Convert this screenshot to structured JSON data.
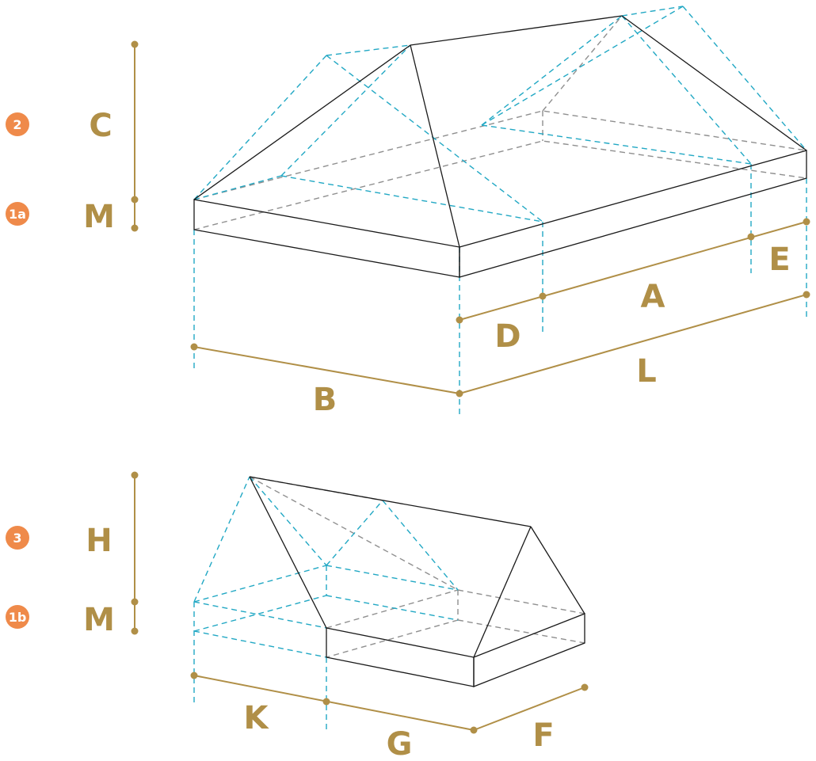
{
  "colors": {
    "solid": "#1a1a1a",
    "cyan": "#22a8c4",
    "gray": "#8f8f8f",
    "dimension": "#b08f47",
    "badge": "#ef8a4a",
    "badge_text": "#ffffff"
  },
  "roof1": {
    "badges": {
      "main": "2",
      "base": "1a"
    },
    "labels": {
      "C": "C",
      "M": "M",
      "A": "A",
      "B": "B",
      "D": "D",
      "E": "E",
      "L": "L"
    }
  },
  "roof2": {
    "badges": {
      "main": "3",
      "base": "1b"
    },
    "labels": {
      "H": "H",
      "M": "M",
      "K": "K",
      "G": "G",
      "F": "F"
    }
  }
}
